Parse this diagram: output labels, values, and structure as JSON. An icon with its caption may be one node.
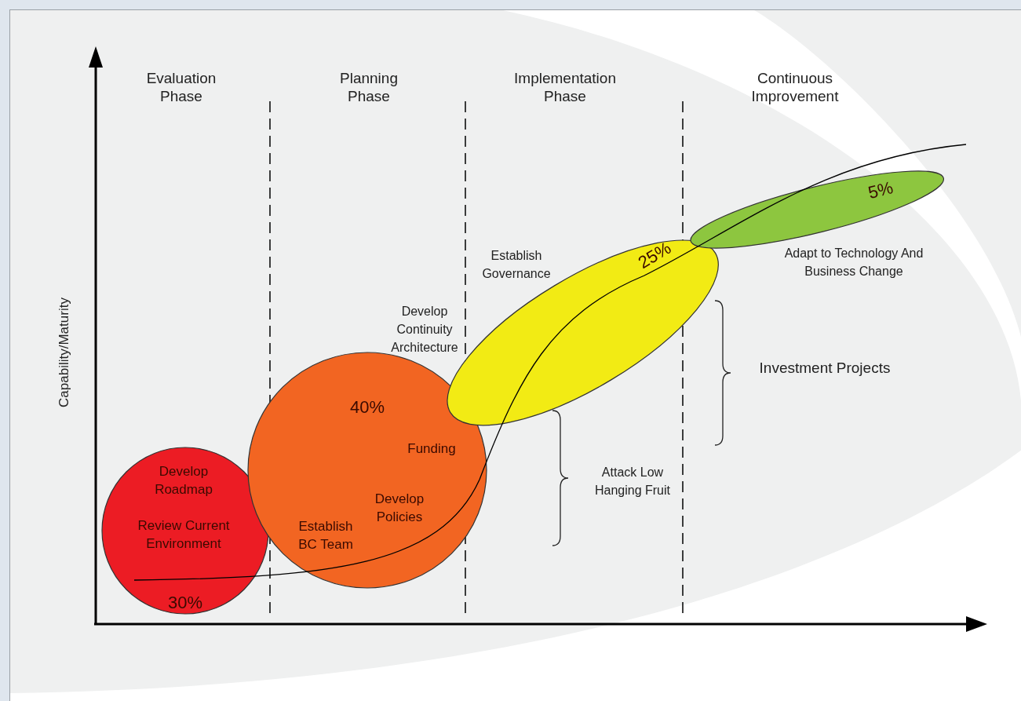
{
  "diagram": {
    "nodes": [
      {
        "text": [
          "Develop Roadmap",
          "Review Current Environment",
          "30%"
        ]
      },
      {
        "text": [
          "40%",
          "Funding",
          "Develop Policies",
          "Establish BC Team"
        ]
      },
      {
        "text": [
          "25%"
        ]
      },
      {
        "text": [
          "5%"
        ]
      }
    ],
    "labels": [
      "Evaluation Phase",
      "Planning Phase",
      "Implementation Phase",
      "Continuous Improvement",
      "Capability/Maturity",
      "Establish Governance",
      "Develop Continuity Architecture",
      "Adapt to Technology And Business Change",
      "Investment Projects",
      "Attack Low Hanging Fruit"
    ]
  }
}
